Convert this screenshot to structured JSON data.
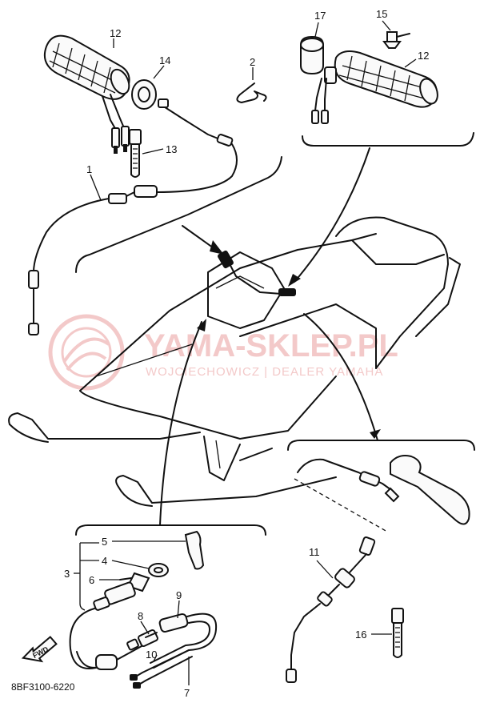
{
  "watermark": {
    "brand": "YAMA-SKLEP.PL",
    "tagline": "WOJCIECHOWICZ | DEALER YAMAHA"
  },
  "diagram_code": "8BF3100-6220",
  "fwd_label": "FWD",
  "callouts": {
    "c1": "1",
    "c2": "2",
    "c3": "3",
    "c4": "4",
    "c5": "5",
    "c6": "6",
    "c7": "7",
    "c8": "8",
    "c9": "9",
    "c10": "10",
    "c11": "11",
    "c12a": "12",
    "c12b": "12",
    "c13": "13",
    "c14": "14",
    "c15": "15",
    "c16": "16",
    "c17": "17"
  },
  "colors": {
    "line": "#111111",
    "watermark": "#f3c9c9"
  }
}
